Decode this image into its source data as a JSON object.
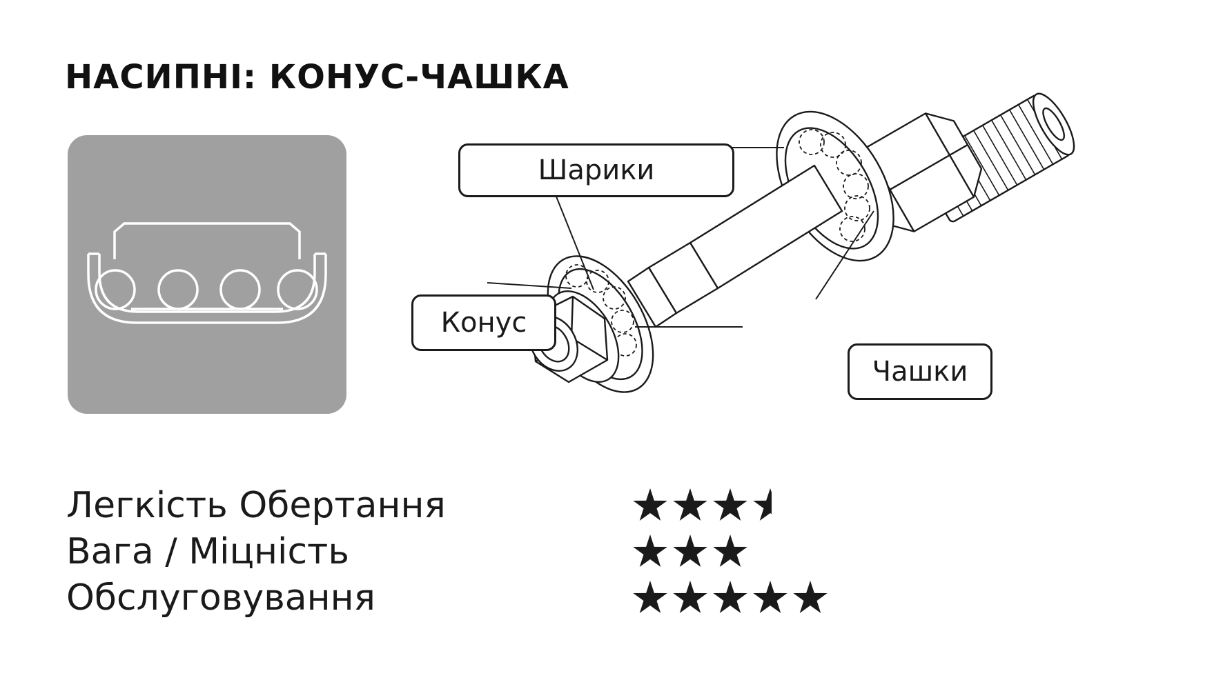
{
  "title": "НАСИПНІ: КОНУС-ЧАШКА",
  "icon": {
    "name": "cup-and-cone-bearing-icon",
    "background": "#a0a0a0",
    "stroke": "#ffffff"
  },
  "labels": {
    "balls": "Шарики",
    "cone": "Конус",
    "cups": "Чашки"
  },
  "ratings": [
    {
      "label": "Легкість Обертання",
      "stars": 3.5,
      "max": 5
    },
    {
      "label": "Вага / Міцність",
      "stars": 3,
      "max": 5
    },
    {
      "label": "Обслуговування",
      "stars": 5,
      "max": 5
    }
  ],
  "colors": {
    "ink": "#1a1a1a",
    "icon_bg": "#a0a0a0"
  }
}
